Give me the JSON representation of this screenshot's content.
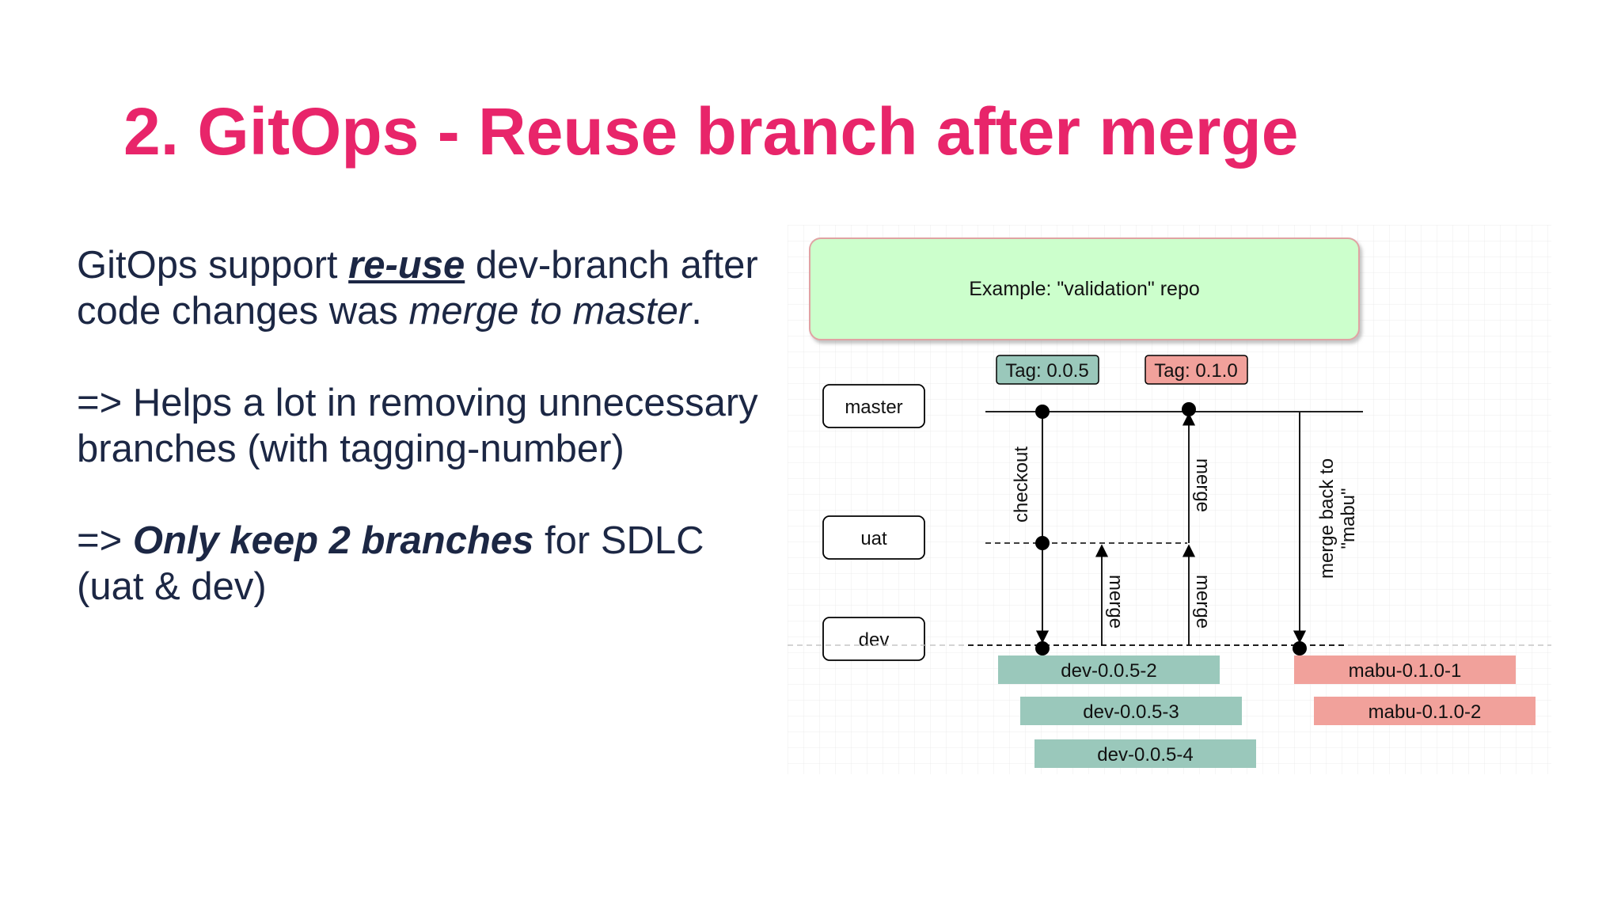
{
  "slide": {
    "title": "2. GitOps - Reuse branch after merge"
  },
  "body": {
    "p1": {
      "pre": "GitOps support ",
      "emphasis": "re-use",
      "mid": " dev-branch after code changes was ",
      "italic": "merge to master",
      "end": "."
    },
    "p2": {
      "text": "=> Helps a lot in removing unnecessary branches (with tagging-number)"
    },
    "p3": {
      "pre": "=> ",
      "emphasis": "Only keep 2 branches",
      "post": " for SDLC (uat & dev)"
    }
  },
  "diagram": {
    "repo_label": "Example: \"validation\" repo",
    "branches": {
      "master": "master",
      "uat": "uat",
      "dev": "dev"
    },
    "tags": {
      "tag1": "Tag: 0.0.5",
      "tag2": "Tag: 0.1.0"
    },
    "arrows": {
      "checkout": "checkout",
      "merge_top": "merge",
      "merge_low1": "merge",
      "merge_low2": "merge",
      "merge_back_line1": "merge back to",
      "merge_back_line2": "\"mabu\""
    },
    "dev_versions": [
      "dev-0.0.5-2",
      "dev-0.0.5-3",
      "dev-0.0.5-4"
    ],
    "mabu_versions": [
      "mabu-0.1.0-1",
      "mabu-0.1.0-2"
    ],
    "colors": {
      "title": "#e8256a",
      "text": "#1c2744",
      "repo_box": "#ccffcc",
      "repo_border": "#e0a3a3",
      "teal": "#9ac8bb",
      "salmon": "#f1a19b",
      "grid": "#ececec"
    }
  }
}
